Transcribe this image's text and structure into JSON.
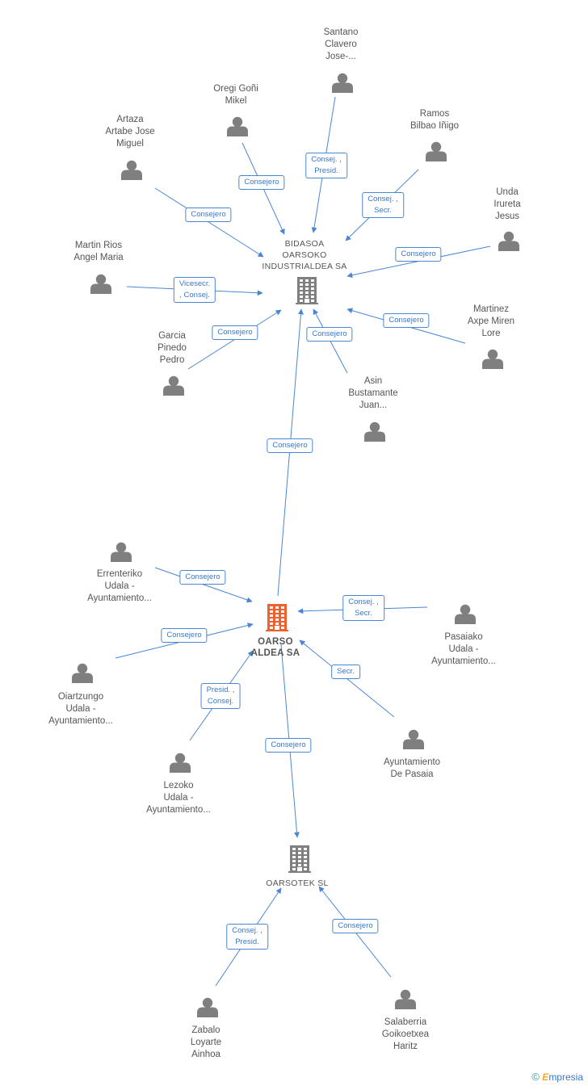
{
  "colors": {
    "edge": "#4a86d4",
    "node": "#7f7f7f",
    "highlight": "#f0602f"
  },
  "companies": [
    {
      "id": "bidasoa",
      "label": "BIDASOA\nOARSOKO\nINDUSTRIALDEA SA",
      "highlight": false
    },
    {
      "id": "oarso",
      "label": "OARSO\nALDEA SA",
      "highlight": true
    },
    {
      "id": "oarsotek",
      "label": "OARSOTEK SL",
      "highlight": false
    }
  ],
  "persons": [
    {
      "id": "santano",
      "label": "Santano\nClavero\nJose-..."
    },
    {
      "id": "oregi",
      "label": "Oregi Goñi\nMikel"
    },
    {
      "id": "ramos",
      "label": "Ramos\nBilbao Iñigo"
    },
    {
      "id": "artaza",
      "label": "Artaza\nArtabe Jose\nMiguel"
    },
    {
      "id": "unda",
      "label": "Unda\nIrureta\nJesus"
    },
    {
      "id": "martin",
      "label": "Martin Rios\nAngel Maria"
    },
    {
      "id": "martinez",
      "label": "Martinez\nAxpe Miren\nLore"
    },
    {
      "id": "garcia",
      "label": "Garcia\nPinedo\nPedro"
    },
    {
      "id": "asin",
      "label": "Asin\nBustamante\nJuan..."
    },
    {
      "id": "errenteriko",
      "label": "Errenteriko\nUdala -\nAyuntamiento..."
    },
    {
      "id": "pasaiako",
      "label": "Pasaiako\nUdala -\nAyuntamiento..."
    },
    {
      "id": "oiartzungo",
      "label": "Oiartzungo\nUdala -\nAyuntamiento..."
    },
    {
      "id": "ayuntamiento",
      "label": "Ayuntamiento\nDe Pasaia"
    },
    {
      "id": "lezoko",
      "label": "Lezoko\nUdala -\nAyuntamiento..."
    },
    {
      "id": "zabalo",
      "label": "Zabalo\nLoyarte\nAinhoa"
    },
    {
      "id": "salaberria",
      "label": "Salaberria\nGoikoetxea\nHaritz"
    }
  ],
  "edges": [
    {
      "from": "santano",
      "to": "bidasoa",
      "role": "Consej. ,\nPresid."
    },
    {
      "from": "oregi",
      "to": "bidasoa",
      "role": "Consejero"
    },
    {
      "from": "ramos",
      "to": "bidasoa",
      "role": "Consej. ,\nSecr."
    },
    {
      "from": "artaza",
      "to": "bidasoa",
      "role": "Consejero"
    },
    {
      "from": "unda",
      "to": "bidasoa",
      "role": "Consejero"
    },
    {
      "from": "martin",
      "to": "bidasoa",
      "role": "Vicesecr.\n, Consej."
    },
    {
      "from": "martinez",
      "to": "bidasoa",
      "role": "Consejero"
    },
    {
      "from": "garcia",
      "to": "bidasoa",
      "role": "Consejero"
    },
    {
      "from": "asin",
      "to": "bidasoa",
      "role": "Consejero"
    },
    {
      "from": "oarso",
      "to": "bidasoa",
      "role": "Consejero"
    },
    {
      "from": "errenteriko",
      "to": "oarso",
      "role": "Consejero"
    },
    {
      "from": "pasaiako",
      "to": "oarso",
      "role": "Consej. ,\nSecr."
    },
    {
      "from": "oiartzungo",
      "to": "oarso",
      "role": "Consejero"
    },
    {
      "from": "ayuntamiento",
      "to": "oarso",
      "role": "Secr."
    },
    {
      "from": "lezoko",
      "to": "oarso",
      "role": "Presid. ,\nConsej."
    },
    {
      "from": "oarso",
      "to": "oarsotek",
      "role": "Consejero"
    },
    {
      "from": "zabalo",
      "to": "oarsotek",
      "role": "Consej. ,\nPresid."
    },
    {
      "from": "salaberria",
      "to": "oarsotek",
      "role": "Consejero"
    }
  ],
  "brand": {
    "copyright": "©",
    "name_initial": "E",
    "name_rest": "mpresia"
  }
}
